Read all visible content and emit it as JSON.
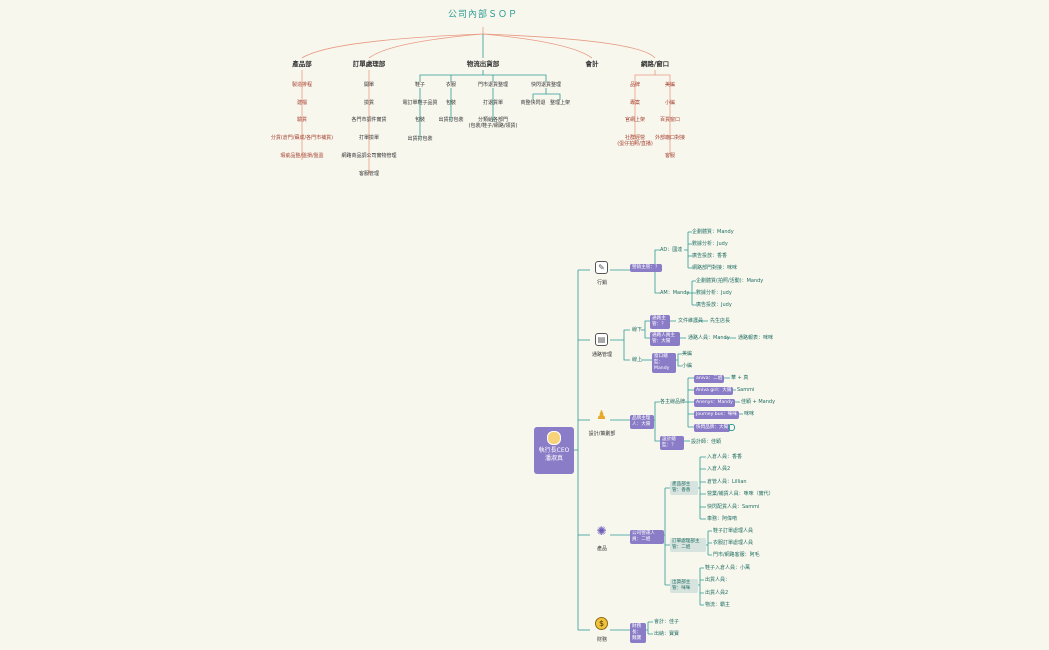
{
  "top": {
    "title": "公司內部ＳＯＰ",
    "depts": [
      {
        "name": "產品部",
        "items": [
          "製造排程",
          "建檔",
          "驗貨",
          "分貨(倉門/蘇成/各門市補貨)",
          "瑕疵品整/盤損/盤盈"
        ]
      },
      {
        "name": "訂單處理部",
        "items": [
          "開單",
          "撿貨",
          "各門市調件實貨",
          "打單撿單",
          "網路商品調公司實物管理",
          "客服管理"
        ]
      },
      {
        "name": "物流出貨部",
        "sub": [
          {
            "name": "鞋子",
            "items": [
              "電訂單鞋子品質",
              "包裝",
              "出貨打包裝"
            ]
          },
          {
            "name": "衣服",
            "items": [
              "包裝",
              "出貨打包裝"
            ]
          },
          {
            "name": "門市退貨整理",
            "items": [
              "打退貨單",
              "分類給各部門\n(包裝/鞋子/網路/領貨)"
            ]
          },
          {
            "name": "快閃退貨整理",
            "items": [
              "商整快閃退",
              "整理上架"
            ]
          }
        ]
      },
      {
        "name": "會計",
        "items": []
      },
      {
        "name": "網路/窗口",
        "sub": [
          {
            "name": "品牌",
            "items": [
              "專案",
              "官網上架",
              "社群經營\n(蛋仔拍照/直播)"
            ]
          },
          {
            "name": "美編",
            "items": [
              "小編",
              "百貨窗口",
              "外部廠口對接",
              "客服"
            ]
          }
        ]
      }
    ]
  },
  "ceo": {
    "title": "執行長CEO",
    "name": "潘淑真"
  },
  "branches": {
    "marketing": {
      "icon": "marketing-icon",
      "label": "行銷",
      "mgr": "營銷主管：？",
      "ad": {
        "label": "AD：國達",
        "items": [
          "企劃體質：Mandy",
          "數據分析：Judy",
          "廣告投放：香香",
          "網路部門對接：咪咪"
        ]
      },
      "am": {
        "label": "AM：Mandy",
        "items": [
          "企劃體質(拍照/活動)：Mandy",
          "數據分析：Judy",
          "廣告投放：Judy"
        ]
      }
    },
    "channels": {
      "icon": "store-icon",
      "label": "通路管理",
      "online": {
        "label": "線下",
        "a": "通路主管：？",
        "a_item": "文件維護員",
        "a_item2": "先生店長",
        "b": "通路人員主管：大陽",
        "b_item": "通路人員：Mandy",
        "b_item2": "通路報表：咪咪"
      },
      "offline": {
        "label": "線上",
        "a": "窗口總監：Mandy",
        "items": [
          "美編",
          "小編"
        ]
      }
    },
    "design": {
      "icon": "dress-icon",
      "label": "設計/策劃部",
      "mgr": "品牌主理人：大陽",
      "brands_label": "各主線品牌",
      "brands": [
        {
          "name": "aniva：二姐",
          "who": "華 + 真"
        },
        {
          "name": "Aniva girl：大陽",
          "who": "Sammi"
        },
        {
          "name": "Anenys：Mandy",
          "who": "佳穎 + Mandy"
        },
        {
          "name": "Journey bus：咪咪",
          "who": "咪咪"
        },
        {
          "name": "快閃品牌：大陽",
          "who": ""
        }
      ],
      "designer_mgr": "設計總監：？",
      "designer": "設計師：佳穎"
    },
    "product": {
      "icon": "network-icon",
      "label": "產品",
      "mgr": "公司營運人員：二姐",
      "g1": {
        "label": "產品部主管：香香",
        "items": [
          "入倉人員：香香",
          "入倉人員2",
          "倉管人員：Lillian",
          "營業/補貨人員：咪咪（實代）",
          "快閃配貨人員：Sammi",
          "車務：阿偉唷"
        ]
      },
      "g2": {
        "label": "訂單處理部主管：二姐",
        "items": [
          "鞋子訂單處理人員",
          "衣服訂單處理人員",
          "門市/網路客服：阿毛"
        ]
      },
      "g3": {
        "label": "出貨部主管：咪咪",
        "items": [
          "鞋子入倉人員：小萬",
          "出貨人員：",
          "出貨人員2",
          "物流：霸主"
        ]
      }
    },
    "finance": {
      "icon": "money-icon",
      "label": "財務",
      "mgr": "財務長：魏寶",
      "items": [
        "會計：佳子",
        "出納：寶寶"
      ]
    }
  },
  "colors": {
    "accent": "#2b9c93",
    "line_red": "#e89a82",
    "purple": "#8a7cc6",
    "green_box": "#d7e3de",
    "bg": "#f8f7ee"
  }
}
